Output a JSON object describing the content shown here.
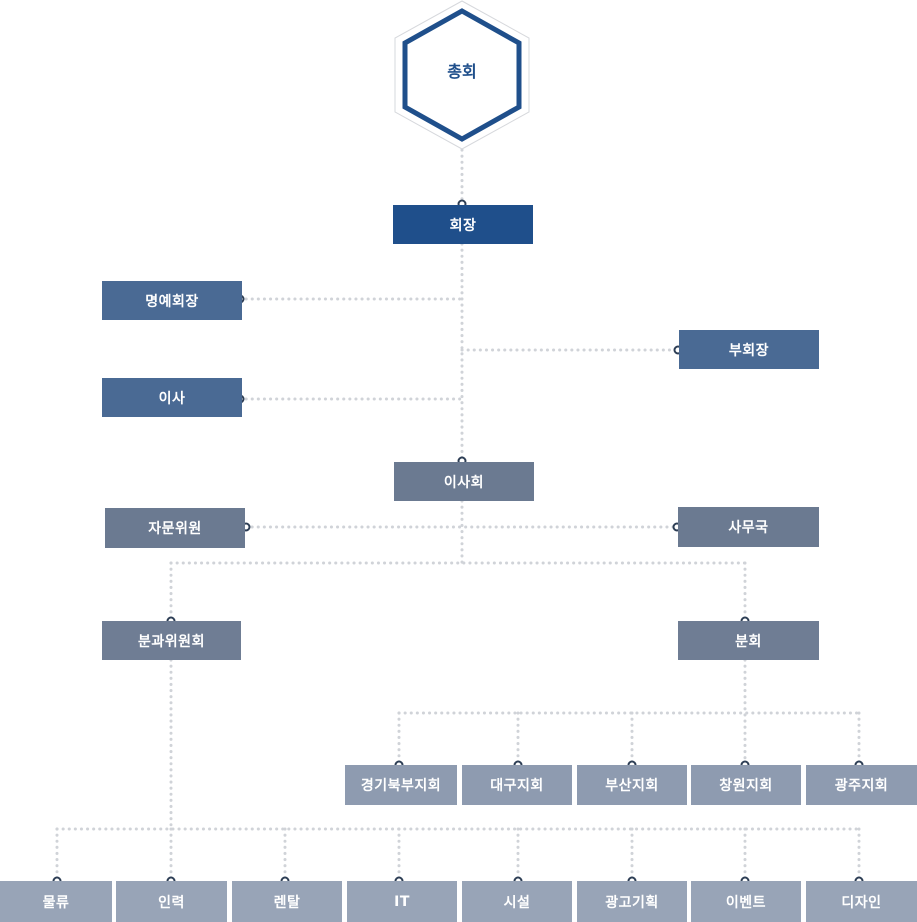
{
  "root": {
    "label": "총회"
  },
  "chair": {
    "label": "회장"
  },
  "honorary_chair": {
    "label": "명예회장"
  },
  "vice_chair": {
    "label": "부회장"
  },
  "director": {
    "label": "이사"
  },
  "board": {
    "label": "이사회"
  },
  "advisory": {
    "label": "자문위원"
  },
  "secretariat": {
    "label": "사무국"
  },
  "subcommittee": {
    "label": "분과위원회"
  },
  "branch": {
    "label": "분회"
  },
  "branches": [
    {
      "label": "경기북부지회"
    },
    {
      "label": "대구지회"
    },
    {
      "label": "부산지회"
    },
    {
      "label": "창원지회"
    },
    {
      "label": "광주지회"
    }
  ],
  "committees": [
    {
      "label": "물류"
    },
    {
      "label": "인력"
    },
    {
      "label": "렌탈"
    },
    {
      "label": "IT"
    },
    {
      "label": "시설"
    },
    {
      "label": "광고기획"
    },
    {
      "label": "이벤트"
    },
    {
      "label": "디자인"
    }
  ]
}
